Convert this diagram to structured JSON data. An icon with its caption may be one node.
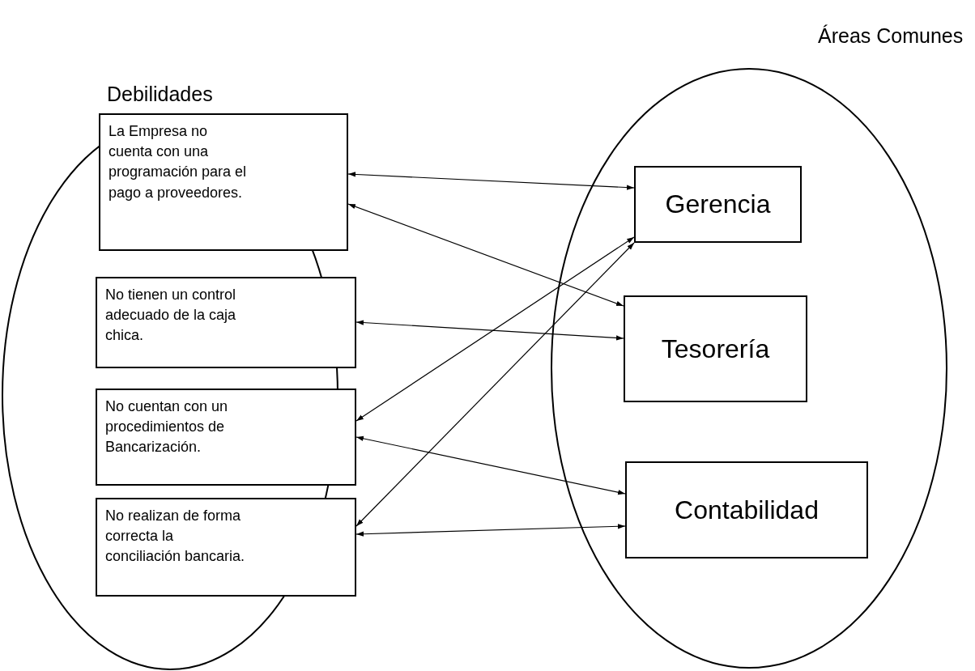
{
  "diagram": {
    "nodes": [
      {
        "text": [
          "Debilidades"
        ]
      },
      {
        "text": [
          "Áreas Comunes"
        ]
      },
      {
        "text": [
          "La Empresa no cuenta con una programación para el pago a proveedores."
        ],
        "in": 0
      },
      {
        "text": [
          "No tienen un control adecuado de la caja chica."
        ],
        "in": 0
      },
      {
        "text": [
          "No cuentan con un procedimientos de Bancarización."
        ],
        "in": 0
      },
      {
        "text": [
          "No realizan de forma correcta la conciliación bancaria."
        ],
        "in": 0
      },
      {
        "text": [
          "Gerencia"
        ],
        "in": 1
      },
      {
        "text": [
          "Tesorería"
        ],
        "in": 1
      },
      {
        "text": [
          "Contabilidad"
        ],
        "in": 1
      }
    ],
    "edges": [
      {
        "from": 2,
        "to": 6,
        "arrow": "both"
      },
      {
        "from": 2,
        "to": 7,
        "arrow": "both"
      },
      {
        "from": 3,
        "to": 7,
        "arrow": "both"
      },
      {
        "from": 4,
        "to": 6,
        "arrow": "both"
      },
      {
        "from": 4,
        "to": 8,
        "arrow": "both"
      },
      {
        "from": 5,
        "to": 6,
        "arrow": "both"
      },
      {
        "from": 5,
        "to": 8,
        "arrow": "both"
      }
    ]
  }
}
